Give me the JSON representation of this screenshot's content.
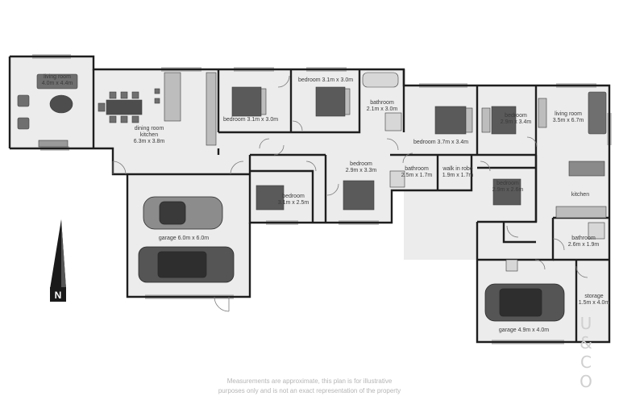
{
  "rooms": [
    {
      "id": "living-room-1",
      "name": "living room",
      "dims": "4.0m x 4.4m"
    },
    {
      "id": "dining-kitchen",
      "name": "dining room",
      "name2": "kitchen",
      "dims": "6.3m x 3.8m"
    },
    {
      "id": "bedroom-1",
      "name": "bedroom 3.1m x 3.0m"
    },
    {
      "id": "bedroom-2",
      "name": "bedroom 3.1m x 3.0m"
    },
    {
      "id": "bathroom-1",
      "name": "bathroom",
      "dims": "2.1m x 3.0m"
    },
    {
      "id": "bedroom-3",
      "name": "bedroom 3.7m x 3.4m"
    },
    {
      "id": "bedroom-4",
      "name": "bedroom",
      "dims": "2.9m x 3.4m"
    },
    {
      "id": "living-room-2",
      "name": "living room",
      "dims": "3.5m x 6.7m"
    },
    {
      "id": "kitchen-2",
      "name": "kitchen"
    },
    {
      "id": "bedroom-5",
      "name": "bedroom",
      "dims": "3.1m x 2.5m"
    },
    {
      "id": "bedroom-6",
      "name": "bedroom",
      "dims": "2.9m x 3.3m"
    },
    {
      "id": "bathroom-2",
      "name": "bathroom",
      "dims": "2.5m x 1.7m"
    },
    {
      "id": "walk-in-robe",
      "name": "walk in robe",
      "dims": "1.9m x 1.7m"
    },
    {
      "id": "bedroom-7",
      "name": "bedroom",
      "dims": "2.9m x 2.6m"
    },
    {
      "id": "bathroom-3",
      "name": "bathroom",
      "dims": "2.6m x 1.9m"
    },
    {
      "id": "garage-1",
      "name": "garage 6.0m x 6.0m"
    },
    {
      "id": "garage-2",
      "name": "garage  4.9m x 4.0m"
    },
    {
      "id": "storage",
      "name": "storage",
      "dims": "1.5m x 4.0m"
    }
  ],
  "compass": {
    "label": "N"
  },
  "disclaimer": {
    "line1": "Measurements are approximate, this plan is for illustrative",
    "line2": "purposes only and is not an exact representation of the property"
  },
  "brand": {
    "letters": [
      "U",
      "&",
      "C",
      "O"
    ]
  },
  "colors": {
    "wall": "#1e1e1e",
    "floor": "#ececec",
    "furniture": "#6f6f6f",
    "car": "#4a4a4a"
  }
}
